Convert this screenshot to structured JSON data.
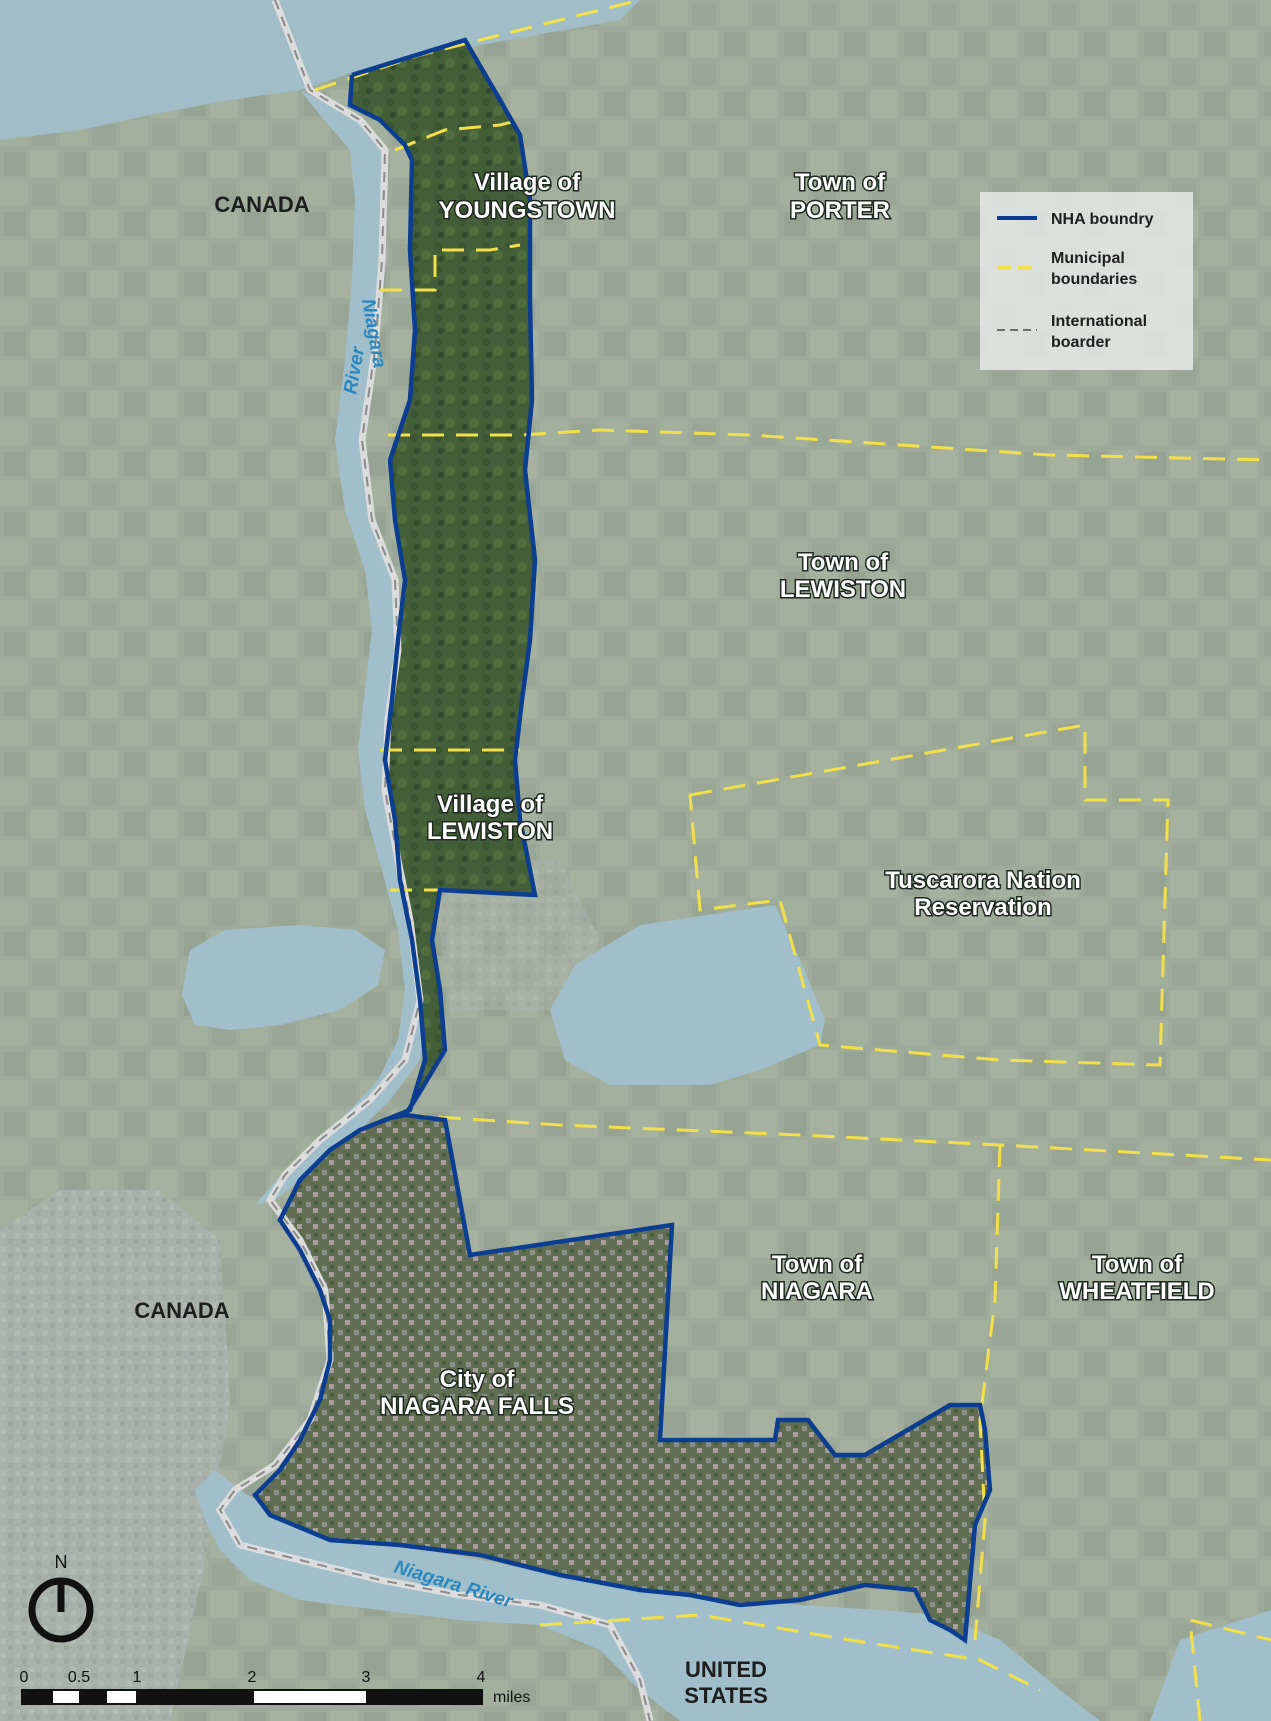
{
  "legend": {
    "nha_boundary": "NHA boundry",
    "municipal_line1": "Municipal",
    "municipal_line2": "boundaries",
    "international_line1": "International",
    "international_line2": "boarder"
  },
  "places": {
    "canada_north": "CANADA",
    "canada_south": "CANADA",
    "youngstown_line1": "Village of",
    "youngstown_line2": "YOUNGSTOWN",
    "porter_line1": "Town of",
    "porter_line2": "PORTER",
    "town_lewiston_line1": "Town of",
    "town_lewiston_line2": "LEWISTON",
    "village_lewiston_line1": "Village of",
    "village_lewiston_line2": "LEWISTON",
    "tuscarora_line1": "Tuscarora Nation",
    "tuscarora_line2": "Reservation",
    "niagara_town_line1": "Town of",
    "niagara_town_line2": "NIAGARA",
    "wheatfield_line1": "Town of",
    "wheatfield_line2": "WHEATFIELD",
    "niagara_falls_line1": "City of",
    "niagara_falls_line2": "NIAGARA FALLS",
    "us_line1": "UNITED",
    "us_line2": "STATES"
  },
  "rivers": {
    "upper_line1": "Niagara",
    "upper_line2": "River",
    "lower": "Niagara River"
  },
  "north_arrow": {
    "label": "N"
  },
  "scale_bar": {
    "ticks": [
      "0",
      "0.5",
      "1",
      "2",
      "3",
      "4"
    ],
    "unit": "miles"
  },
  "colors": {
    "nha_boundary": "#0b3d91",
    "municipal_boundary": "#f2e04a",
    "international_border": "#e6e6e6",
    "water": "#8fb6cc",
    "land": "#8e9b86"
  }
}
